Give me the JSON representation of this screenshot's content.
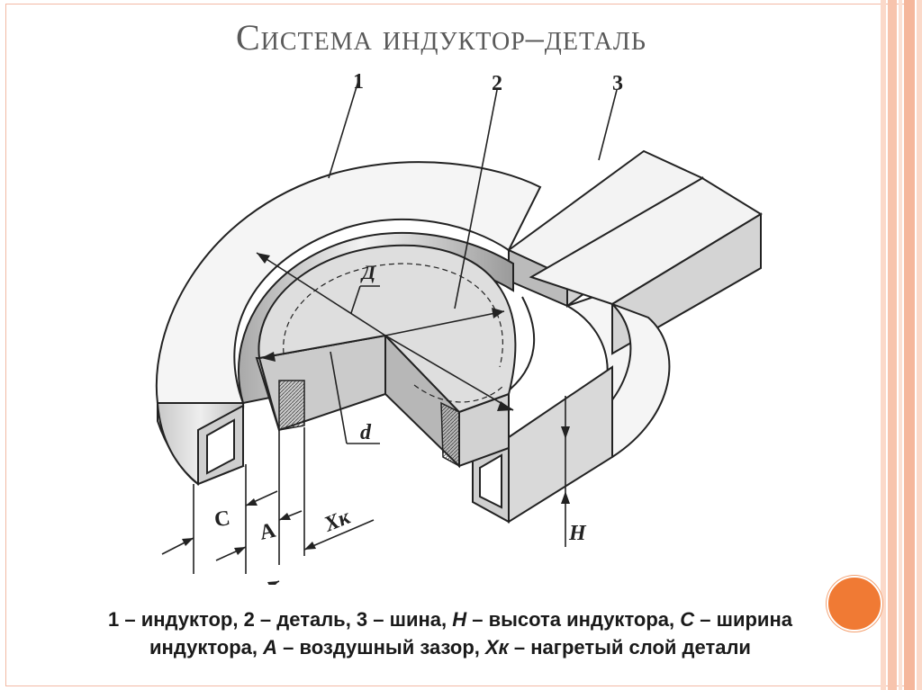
{
  "slide": {
    "title": "Система индуктор–деталь"
  },
  "diagram": {
    "labels": {
      "inductor": "1",
      "part": "2",
      "bus": "3",
      "D": "Д",
      "d": "d",
      "C": "C",
      "A": "A",
      "Xk": "Xк",
      "H": "H"
    }
  },
  "caption": {
    "p1": "1 – индуктор, 2 – деталь, 3 – шина, ",
    "H": "H",
    "p2": " – высота индуктора, ",
    "C": "C",
    "p3": " – ширина индуктора, ",
    "A": "A",
    "p4": " – воздушный зазор, ",
    "Xk": "Хк",
    "p5": " – нагретый слой детали"
  },
  "colors": {
    "accent": "#f07a34",
    "title": "#595959",
    "frame": "#f2b9a4"
  }
}
